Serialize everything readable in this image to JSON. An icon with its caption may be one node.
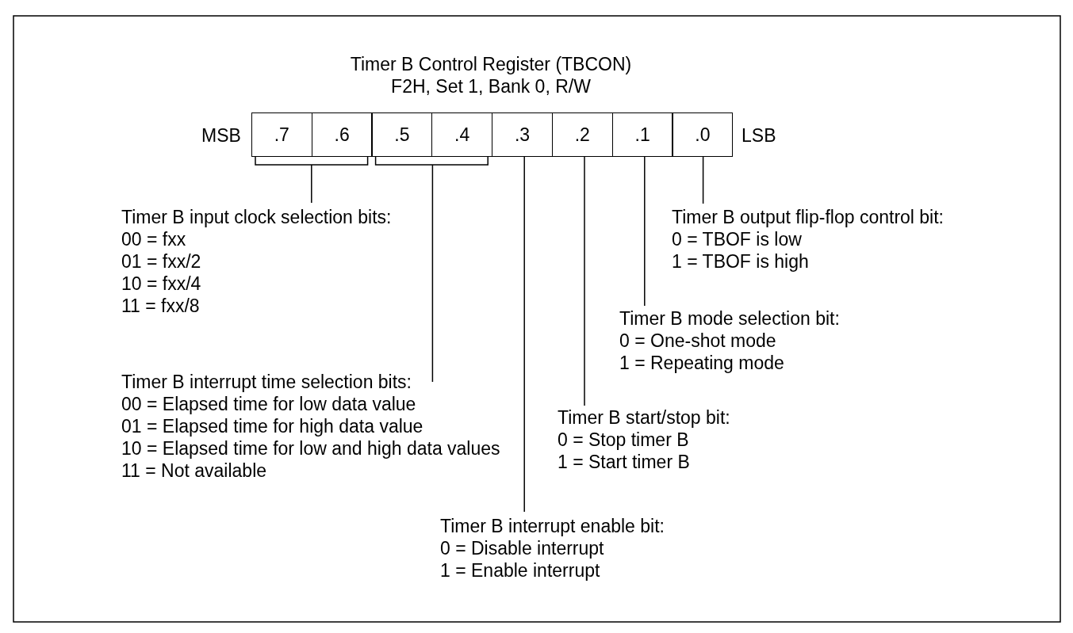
{
  "diagram": {
    "title": "Timer B Control Register (TBCON)",
    "nodes": [
      {
        "text": [
          ".7"
        ]
      },
      {
        "text": [
          ".6"
        ]
      },
      {
        "text": [
          ".5"
        ]
      },
      {
        "text": [
          ".4"
        ]
      },
      {
        "text": [
          ".3"
        ]
      },
      {
        "text": [
          ".2"
        ]
      },
      {
        "text": [
          ".1"
        ]
      },
      {
        "text": [
          ".0"
        ]
      },
      {
        "text": [
          "Timer B input clock selection bits:",
          "00 = fxx",
          "01 = fxx/2",
          "10 = fxx/4",
          "11 = fxx/8"
        ]
      },
      {
        "text": [
          "Timer B output flip-flop control bit:",
          "0 = TBOF is low",
          "1 = TBOF is high"
        ]
      },
      {
        "text": [
          "Timer B mode selection bit:",
          "0 = One-shot mode",
          "1 = Repeating mode"
        ]
      },
      {
        "text": [
          "Timer B interrupt time selection bits:",
          "00 = Elapsed time for low data value",
          "01 = Elapsed time for high data value",
          "10 = Elapsed time for low and high data values",
          "11 = Not available"
        ]
      },
      {
        "text": [
          "Timer B start/stop bit:",
          "0 = Stop timer B",
          "1 = Start timer B"
        ]
      },
      {
        "text": [
          "Timer B interrupt enable bit:",
          "0 = Disable interrupt",
          "1 = Enable interrupt"
        ]
      }
    ],
    "edges": [
      {
        "from": 0,
        "to": 8,
        "arrow": "none"
      },
      {
        "from": 1,
        "to": 8,
        "arrow": "none"
      },
      {
        "from": 2,
        "to": 11,
        "arrow": "none"
      },
      {
        "from": 3,
        "to": 11,
        "arrow": "none"
      },
      {
        "from": 4,
        "to": 13,
        "arrow": "none"
      },
      {
        "from": 5,
        "to": 12,
        "arrow": "none"
      },
      {
        "from": 6,
        "to": 10,
        "arrow": "none"
      },
      {
        "from": 7,
        "to": 9,
        "arrow": "none"
      }
    ],
    "labels": [
      "F2H, Set 1, Bank 0, R/W",
      "MSB",
      "LSB"
    ]
  }
}
